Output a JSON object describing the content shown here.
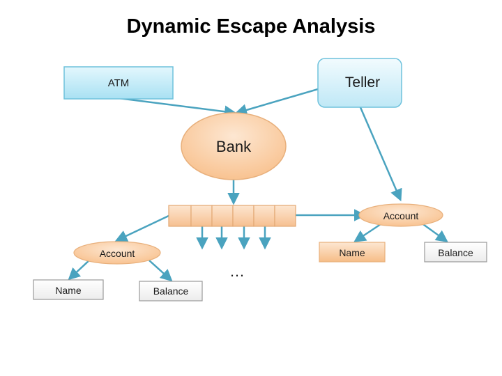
{
  "title": "Dynamic Escape Analysis",
  "nodes": {
    "atm": "ATM",
    "teller": "Teller",
    "bank": "Bank",
    "account_right": "Account",
    "account_left": "Account",
    "name_right": "Name",
    "balance_right": "Balance",
    "name_left": "Name",
    "balance_left": "Balance",
    "ellipsis": "…"
  },
  "colors": {
    "arrow": "#4aa3bf",
    "atm_fill": "#bfe9f7",
    "orange_fill": "#fbd0a8",
    "orange_stroke": "#e8b07c",
    "white_box_fill": "#f9f9f9"
  }
}
